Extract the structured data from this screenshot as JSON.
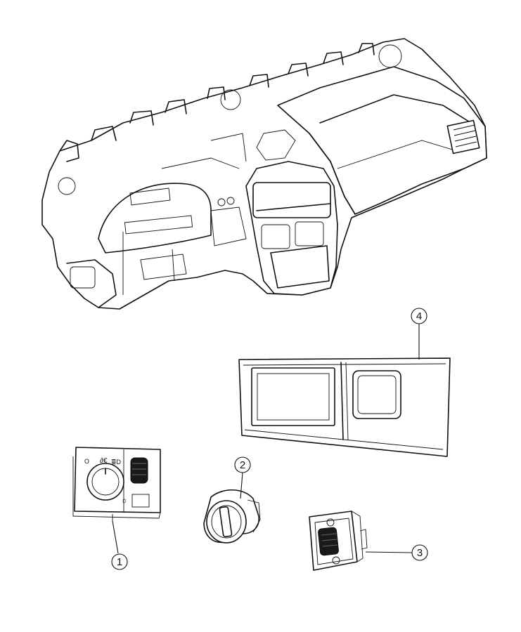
{
  "callouts": [
    {
      "id": "1",
      "label": "1"
    },
    {
      "id": "2",
      "label": "2"
    },
    {
      "id": "3",
      "label": "3"
    },
    {
      "id": "4",
      "label": "4"
    }
  ],
  "switch_symbols": {
    "off": "O",
    "parking": "∂€",
    "headlamp": "≣D",
    "dimmer": "☼"
  }
}
